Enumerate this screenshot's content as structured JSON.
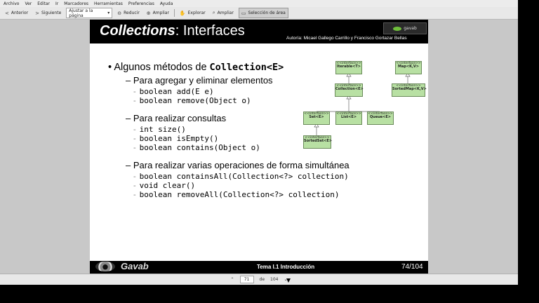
{
  "menubar": [
    "Archivo",
    "Ver",
    "Editar",
    "Ir",
    "Marcadores",
    "Herramientas",
    "Preferencias",
    "Ayuda"
  ],
  "toolbar": {
    "back": "Anterior",
    "next": "Siguiente",
    "fit": "Ajustar a la página",
    "zoom_out": "Reducir",
    "zoom_in": "Ampliar",
    "explore": "Explorar",
    "magnify": "Ampliar",
    "select_area": "Selección de área"
  },
  "slide": {
    "title_italic": "Collections",
    "title_rest": ": Interfaces",
    "logo_text": "gavab",
    "authors": "Autoría: Micael Gallego Carrillo y Francisco Gortazar Bellas",
    "heading_prefix": "Algunos métodos de ",
    "heading_code": "Collection<E>",
    "sections": [
      {
        "title": "Para agregar y eliminar elementos",
        "items": [
          "boolean add(E e)",
          "boolean remove(Object o)"
        ]
      },
      {
        "title": "Para realizar consultas",
        "items": [
          "int size()",
          "boolean isEmpty()",
          "boolean contains(Object o)"
        ]
      },
      {
        "title": "Para realizar varias operaciones de forma simultánea",
        "items": [
          "boolean containsAll(Collection<?> collection)",
          "void clear()",
          "boolean removeAll(Collection<?> collection)"
        ]
      }
    ],
    "diagram": {
      "stereotype": "<<interface>>",
      "nodes": {
        "iterable": "Iterable<T>",
        "map": "Map<K,V>",
        "collection": "Collection<E>",
        "sortedmap": "SortedMap<K,V>",
        "set": "Set<E>",
        "list": "List<E>",
        "queue": "Queue<E>",
        "sortedset": "SortedSet<E>"
      }
    },
    "footer": {
      "brand": "Gavab",
      "topic": "Tema I.1 Introducción",
      "page": "74/104"
    }
  },
  "pagebar": {
    "current": "71",
    "of_label": "de",
    "total": "104"
  }
}
